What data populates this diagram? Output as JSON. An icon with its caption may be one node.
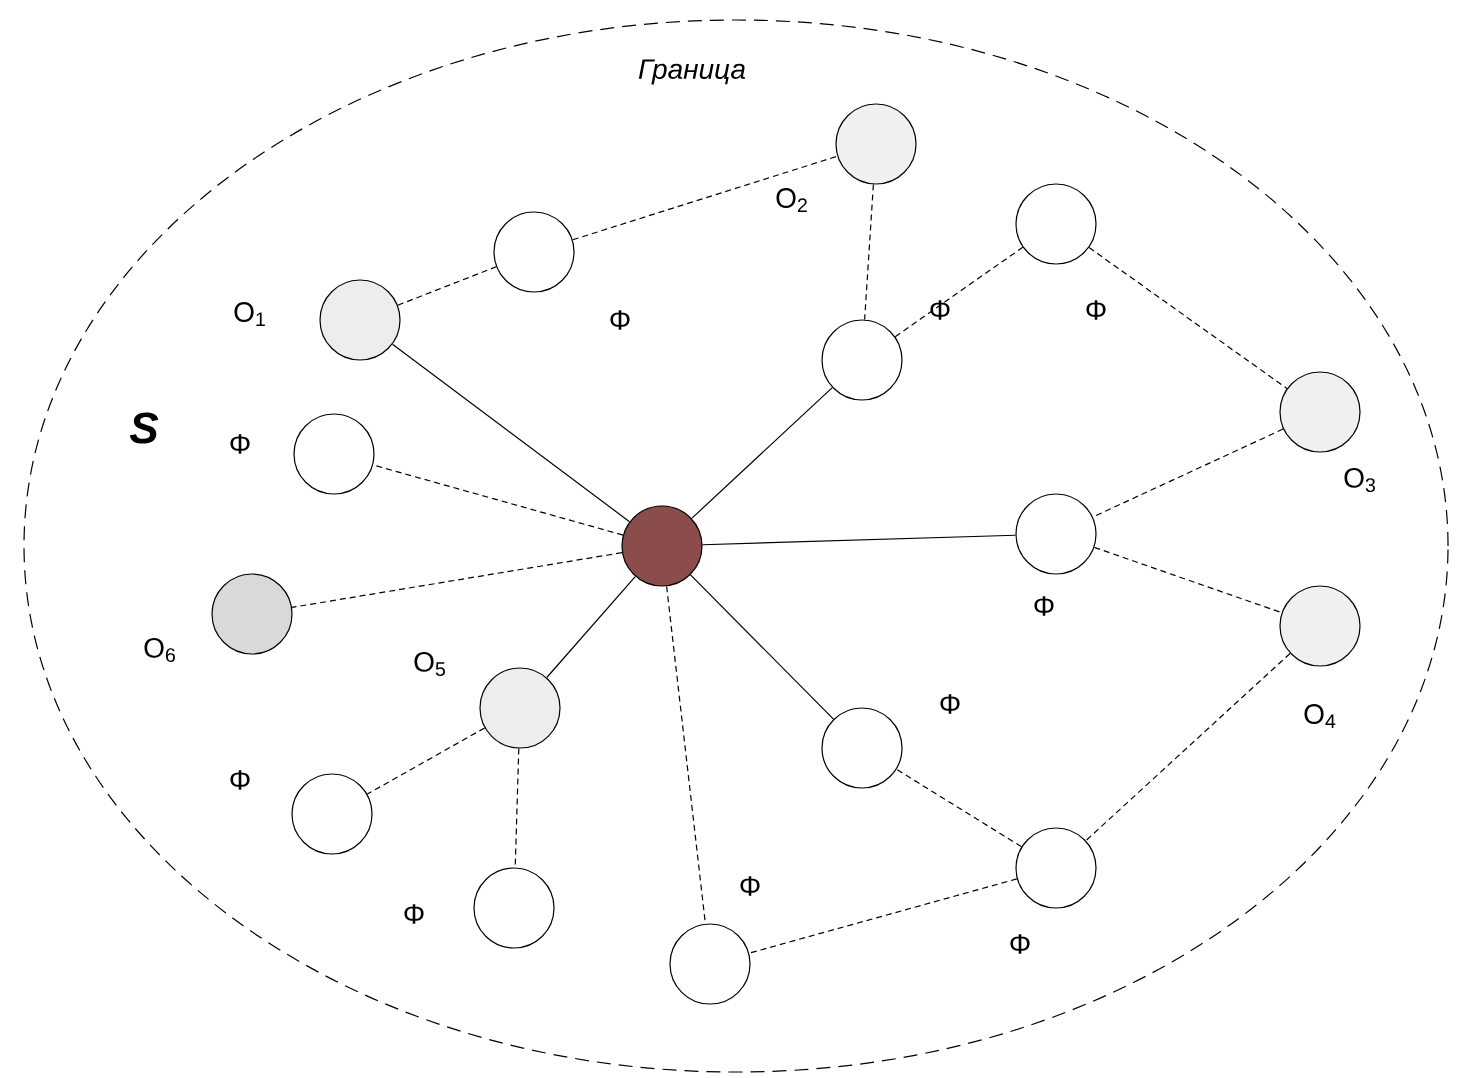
{
  "diagram": {
    "nodes": [
      {
        "text": [
          "Граница",
          "S"
        ]
      },
      {
        "text": [],
        "shape": "circle",
        "in": 0,
        "beside": [
          "O$_{2}$"
        ]
      },
      {
        "text": [],
        "shape": "circle",
        "in": 0,
        "beside": [
          "Φ"
        ]
      },
      {
        "text": [],
        "shape": "circle",
        "in": 0,
        "beside": [
          "Φ"
        ]
      },
      {
        "text": [],
        "shape": "circle",
        "in": 0,
        "beside": [
          "O$_{1}$"
        ]
      },
      {
        "text": [],
        "shape": "circle",
        "in": 0,
        "beside": [
          "Φ"
        ]
      },
      {
        "text": [],
        "shape": "circle",
        "in": 0,
        "beside": [
          "O$_{3}$"
        ]
      },
      {
        "text": [],
        "shape": "circle",
        "in": 0,
        "beside": [
          "Φ"
        ]
      },
      {
        "text": [],
        "shape": "circle",
        "in": 0,
        "beside": [
          "Φ"
        ]
      },
      {
        "text": [],
        "shape": "circle",
        "in": 0
      },
      {
        "text": [],
        "shape": "circle",
        "in": 0,
        "beside": [
          "O$_{6}$"
        ]
      },
      {
        "text": [],
        "shape": "circle",
        "in": 0,
        "beside": [
          "O$_{4}$"
        ]
      },
      {
        "text": [],
        "shape": "circle",
        "in": 0,
        "beside": [
          "O$_{5}$"
        ]
      },
      {
        "text": [],
        "shape": "circle",
        "in": 0,
        "beside": [
          "Φ"
        ]
      },
      {
        "text": [],
        "shape": "circle",
        "in": 0,
        "beside": [
          "Φ"
        ]
      },
      {
        "text": [],
        "shape": "circle",
        "in": 0,
        "beside": [
          "Φ"
        ]
      },
      {
        "text": [],
        "shape": "circle",
        "in": 0,
        "beside": [
          "Φ"
        ]
      },
      {
        "text": [],
        "shape": "circle",
        "in": 0,
        "beside": [
          "Φ"
        ]
      }
    ],
    "edges": [
      {
        "from": 9,
        "to": 4,
        "arrow": "none"
      },
      {
        "from": 9,
        "to": 5,
        "arrow": "none"
      },
      {
        "from": 9,
        "to": 8,
        "arrow": "none"
      },
      {
        "from": 9,
        "to": 13,
        "arrow": "none"
      },
      {
        "from": 9,
        "to": 12,
        "arrow": "none"
      },
      {
        "from": 9,
        "to": 7,
        "arrow": "none",
        "style": "dashed"
      },
      {
        "from": 9,
        "to": 10,
        "arrow": "none",
        "style": "dashed"
      },
      {
        "from": 9,
        "to": 17,
        "arrow": "none",
        "style": "dashed"
      },
      {
        "from": 4,
        "to": 3,
        "arrow": "none",
        "style": "dashed"
      },
      {
        "from": 3,
        "to": 1,
        "arrow": "none",
        "style": "dashed"
      },
      {
        "from": 1,
        "to": 5,
        "arrow": "none",
        "style": "dashed"
      },
      {
        "from": 5,
        "to": 2,
        "arrow": "none",
        "style": "dashed"
      },
      {
        "from": 2,
        "to": 6,
        "arrow": "none",
        "style": "dashed"
      },
      {
        "from": 6,
        "to": 8,
        "arrow": "none",
        "style": "dashed"
      },
      {
        "from": 8,
        "to": 11,
        "arrow": "none",
        "style": "dashed"
      },
      {
        "from": 11,
        "to": 15,
        "arrow": "none",
        "style": "dashed"
      },
      {
        "from": 15,
        "to": 13,
        "arrow": "none",
        "style": "dashed"
      },
      {
        "from": 15,
        "to": 17,
        "arrow": "none",
        "style": "dashed"
      },
      {
        "from": 12,
        "to": 14,
        "arrow": "none",
        "style": "dashed"
      },
      {
        "from": 12,
        "to": 16,
        "arrow": "none",
        "style": "dashed"
      }
    ]
  }
}
